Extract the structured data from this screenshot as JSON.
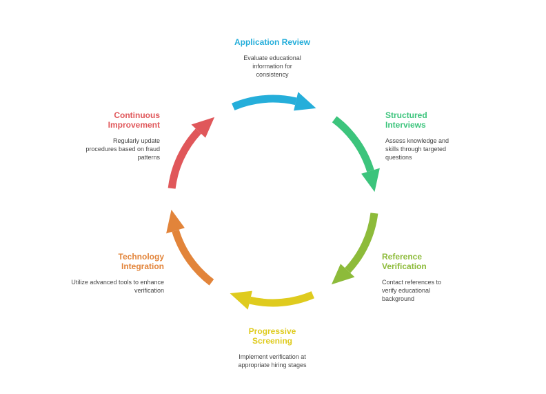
{
  "colors": {
    "blue": "#25AEDA",
    "green": "#3CC47C",
    "lime": "#8DBB3A",
    "yellow": "#DFCB1E",
    "orange": "#E2843A",
    "red": "#E0575A"
  },
  "steps": [
    {
      "title": "Application Review",
      "desc": "Evaluate educational information for consistency"
    },
    {
      "title": "Structured Interviews",
      "desc": "Assess knowledge and skills through targeted questions"
    },
    {
      "title": "Reference Verification",
      "desc": "Contact references to verify educational background"
    },
    {
      "title": "Progressive Screening",
      "desc": "Implement verification at appropriate hiring stages"
    },
    {
      "title": "Technology Integration",
      "desc": "Utilize advanced tools to enhance verification"
    },
    {
      "title": "Continuous Improvement",
      "desc": "Regularly update procedures based on fraud patterns"
    }
  ]
}
